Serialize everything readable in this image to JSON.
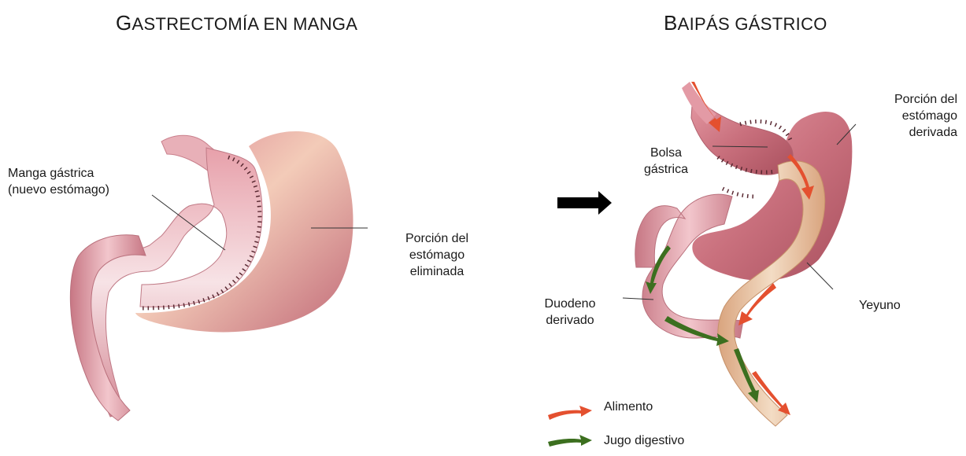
{
  "left": {
    "title_initial": "G",
    "title_rest": "ASTRECTOMÍA EN MANGA",
    "label_sleeve_line1": "Manga gástrica",
    "label_sleeve_line2": "(nuevo estómago)",
    "label_removed_line1": "Porción del",
    "label_removed_line2": "estómago",
    "label_removed_line3": "eliminada"
  },
  "right": {
    "title_initial": "B",
    "title_rest": "AIPÁS GÁSTRICO",
    "label_pouch_line1": "Bolsa",
    "label_pouch_line2": "gástrica",
    "label_bypassed_line1": "Porción del",
    "label_bypassed_line2": "estómago",
    "label_bypassed_line3": "derivada",
    "label_duodenum_line1": "Duodeno",
    "label_duodenum_line2": "derivado",
    "label_jejunum": "Yeyuno"
  },
  "legend": {
    "food": "Alimento",
    "juice": "Jugo digestivo"
  },
  "colors": {
    "stomach": "#c96f7c",
    "intestine": "#e8a9b2",
    "jejunum": "#e9c3a0",
    "food_arrow": "#e4502f",
    "juice_arrow": "#3c6f1f"
  }
}
